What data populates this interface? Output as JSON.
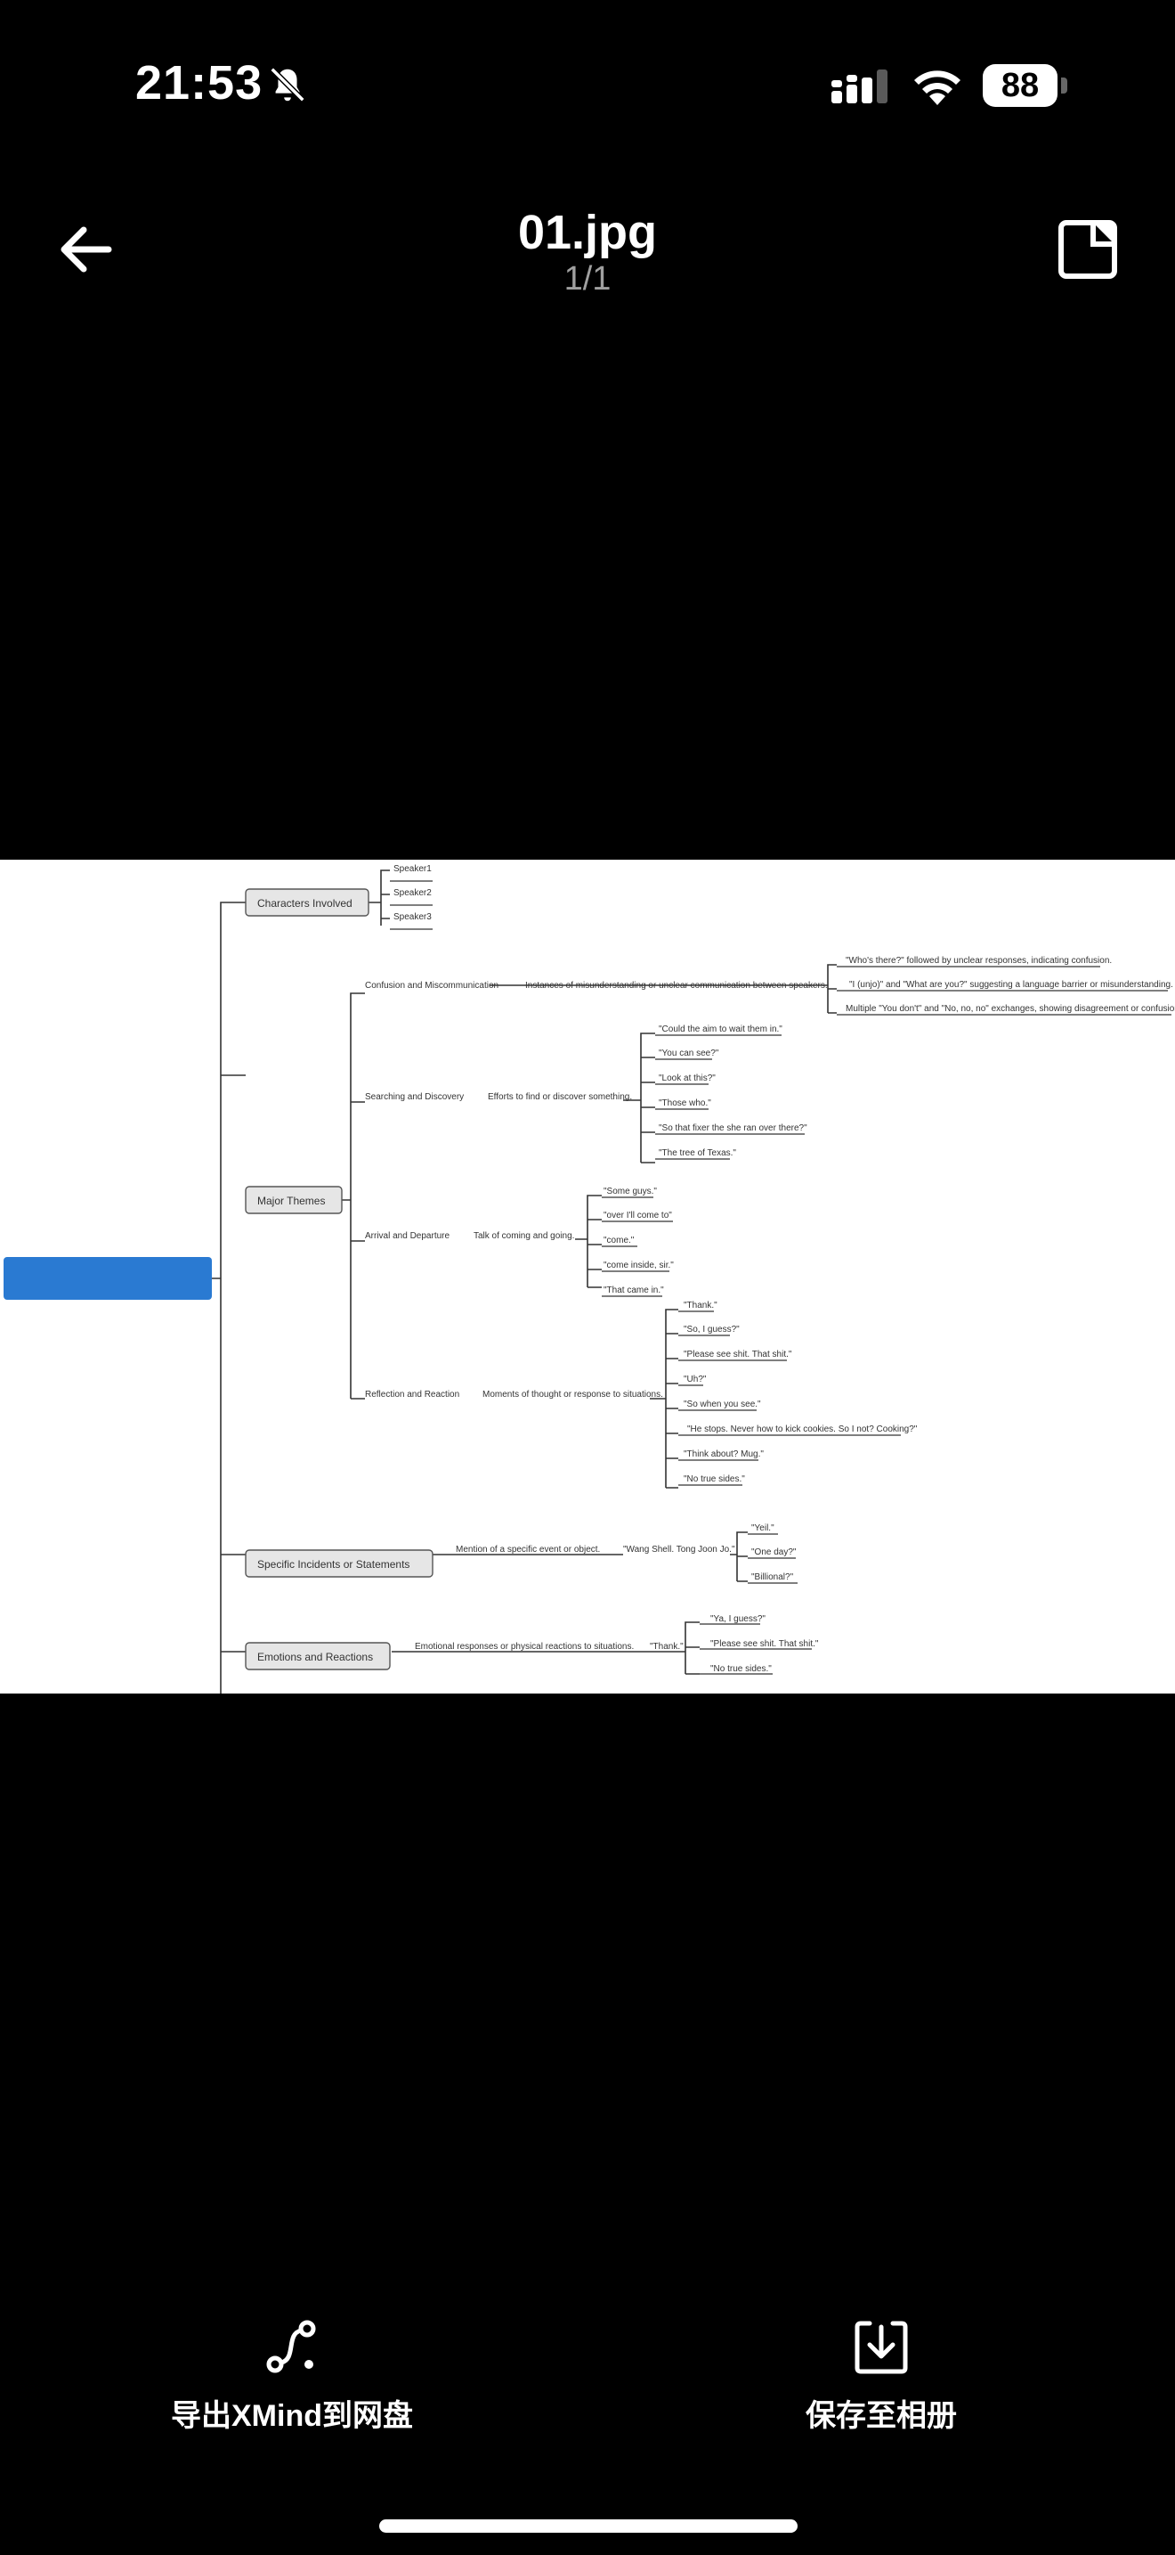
{
  "status_bar": {
    "time": "21:53",
    "battery": "88",
    "icons": [
      "bell-slash-icon",
      "cellular-signal-icon",
      "wifi-icon",
      "battery-icon"
    ]
  },
  "nav": {
    "title": "01.jpg",
    "subtitle": "1/1",
    "back_icon": "arrow-left-icon",
    "doc_icon": "document-icon"
  },
  "mindmap": {
    "root_color": "#2a7ad2",
    "characters": {
      "label": "Characters Involved",
      "items": [
        "Speaker1",
        "Speaker2",
        "Speaker3"
      ]
    },
    "major_themes": {
      "label": "Major Themes",
      "confusion": {
        "label": "Confusion and Miscommunication",
        "desc": "Instances of misunderstanding or unclear communication between speakers.",
        "items": [
          "\"Who's there?\" followed by unclear responses, indicating confusion.",
          "\"I (unjo)\" and \"What are you?\" suggesting a language barrier or misunderstanding.",
          "Multiple \"You don't\" and \"No, no, no\" exchanges, showing disagreement or confusion."
        ]
      },
      "searching": {
        "label": "Searching and Discovery",
        "desc": "Efforts to find or discover something.",
        "items": [
          "\"Could the aim to wait them in.\"",
          "\"You can see?\"",
          "\"Look at this?\"",
          "\"Those who.\"",
          "\"So that fixer the she ran over there?\"",
          "\"The tree of Texas.\""
        ]
      },
      "arrival": {
        "label": "Arrival and Departure",
        "desc": "Talk of coming and going.",
        "items": [
          "\"Some guys.\"",
          "\"over I'll come to\"",
          "\"come.\"",
          "\"come inside, sir.\"",
          "\"That came in.\""
        ]
      },
      "reflection": {
        "label": "Reflection and Reaction",
        "desc": "Moments of thought or response to situations.",
        "items": [
          "\"Thank.\"",
          "\"So, I guess?\"",
          "\"Please see shit. That shit.\"",
          "\"Uh?\"",
          "\"So when you see.\"",
          "\"He stops. Never how to kick cookies. So I not? Cooking?\"",
          "\"Think about? Mug.\"",
          "\"No true sides.\""
        ]
      }
    },
    "incidents": {
      "label": "Specific Incidents or Statements",
      "desc": "Mention of a specific event or object.",
      "quote": "\"Wang Shell. Tong Joon Jo.\"",
      "items": [
        "\"Yeil.\"",
        "\"One day?\"",
        "\"Billional?\""
      ]
    },
    "emotions": {
      "label": "Emotions and Reactions",
      "desc": "Emotional responses or physical reactions to situations.",
      "quote": "\"Thank.\"",
      "items": [
        "\"Ya, I guess?\"",
        "\"Please see shit. That shit.\"",
        "\"No true sides.\""
      ]
    }
  },
  "actions": {
    "export": {
      "label": "导出XMind到网盘",
      "icon": "share-nodes-icon"
    },
    "save": {
      "label": "保存至相册",
      "icon": "download-icon"
    }
  }
}
